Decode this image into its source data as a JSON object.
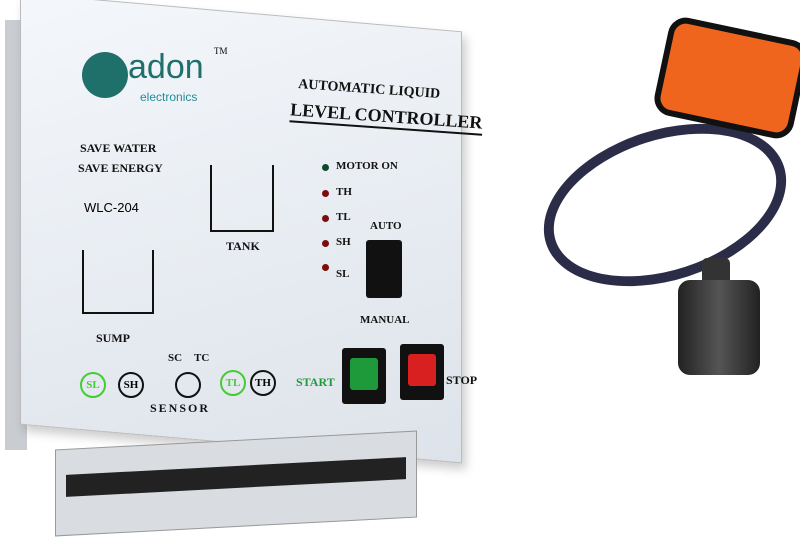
{
  "controller": {
    "brand": "adon",
    "brand_sub": "electronics",
    "trademark": "TM",
    "title_line1": "AUTOMATIC LIQUID",
    "title_line2": "LEVEL CONTROLLER",
    "slogan_line1": "SAVE WATER",
    "slogan_line2": "SAVE ENERGY",
    "model": "WLC-204",
    "indicators": [
      "MOTOR ON",
      "TH",
      "TL",
      "SH",
      "SL"
    ],
    "switch_top": "AUTO",
    "switch_bottom": "MANUAL",
    "tank_label": "TANK",
    "sump_label": "SUMP",
    "sensor_label": "SENSOR",
    "sc": "SC",
    "tc": "TC",
    "terminals": [
      "SL",
      "SH",
      "TL",
      "TH"
    ],
    "start": "START",
    "stop": "STOP",
    "colors": {
      "start": "#1f9a3a",
      "stop": "#d92020",
      "accent": "#1f6f6a"
    }
  }
}
